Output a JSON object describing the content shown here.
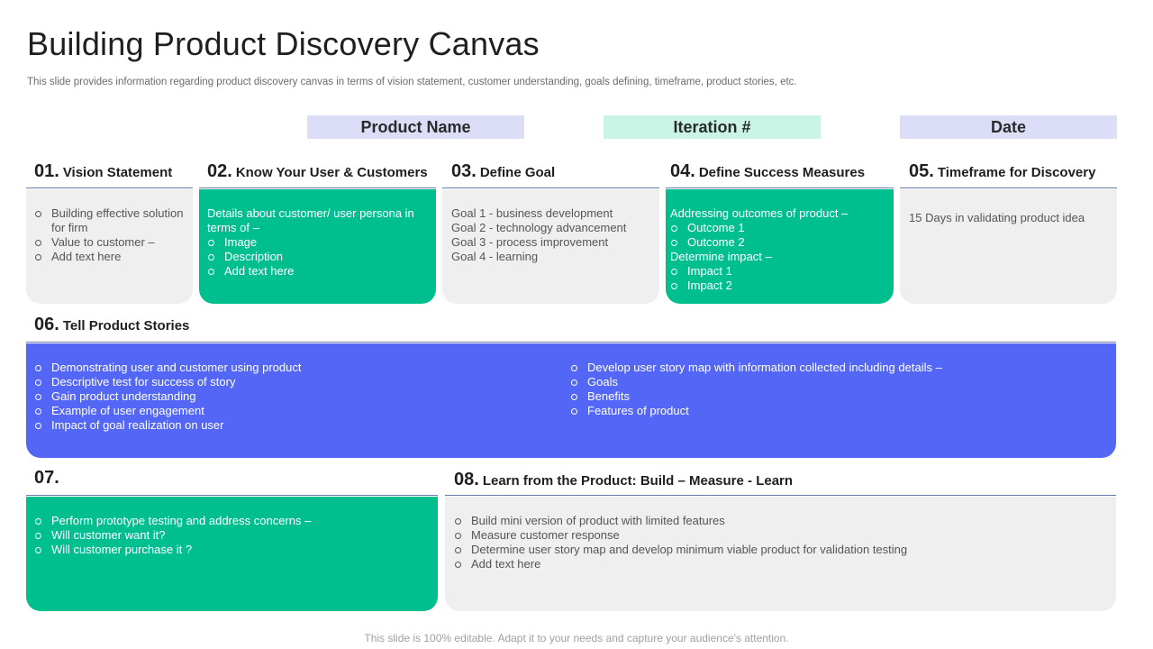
{
  "title": "Building Product Discovery Canvas",
  "subtitle": "This slide provides information regarding product discovery canvas in terms of vision statement, customer understanding, goals defining, timeframe, product stories, etc.",
  "pills": {
    "product_name": "Product Name",
    "iteration": "Iteration #",
    "date": "Date"
  },
  "s1": {
    "num": "01.",
    "label": "Vision Statement",
    "bullets": [
      "Building effective solution for firm",
      "Value to customer –",
      "Add text here"
    ]
  },
  "s2": {
    "num": "02.",
    "label": "Know Your User & Customers",
    "intro": "Details about customer/ user persona in terms of –",
    "bullets": [
      "Image",
      "Description",
      "Add text here"
    ]
  },
  "s3": {
    "num": "03.",
    "label": "Define Goal",
    "lines": [
      "Goal 1 - business development",
      "Goal 2 - technology advancement",
      "Goal 3 - process improvement",
      "Goal 4 - learning"
    ]
  },
  "s4": {
    "num": "04.",
    "label": "Define Success Measures",
    "intro1": "Addressing outcomes of product –",
    "bullets1": [
      "Outcome 1",
      "Outcome 2"
    ],
    "intro2": "Determine impact –",
    "bullets2": [
      "Impact 1",
      "Impact 2"
    ]
  },
  "s5": {
    "num": "05.",
    "label": "Timeframe for Discovery",
    "text": "15 Days in validating product idea"
  },
  "s6": {
    "num": "06.",
    "label": "Tell Product Stories",
    "left": [
      "Demonstrating user and customer using product",
      "Descriptive test for success of story",
      "Gain product understanding",
      "Example of user engagement",
      "Impact of goal realization on user"
    ],
    "right": [
      "Develop user story map with information collected including details –",
      "Goals",
      "Benefits",
      "Features of product"
    ]
  },
  "s7": {
    "num": "07.",
    "bullets": [
      "Perform prototype testing and address concerns –",
      "Will customer want it?",
      "Will customer purchase it ?"
    ]
  },
  "s8": {
    "num": "08.",
    "label": "Learn from the Product: Build – Measure - Learn",
    "bullets": [
      "Build mini version of product with limited features",
      "Measure customer response",
      "Determine user story map and develop minimum viable product for validation testing",
      "Add text here"
    ]
  },
  "footer": "This slide is 100% editable. Adapt it to your needs and capture your audience's attention.",
  "colors": {
    "green": "#00bf8f",
    "blue": "#5366f5",
    "gray_card": "#efefef",
    "pill_purple": "#dcdef7",
    "pill_mint": "#c9f4e6"
  }
}
